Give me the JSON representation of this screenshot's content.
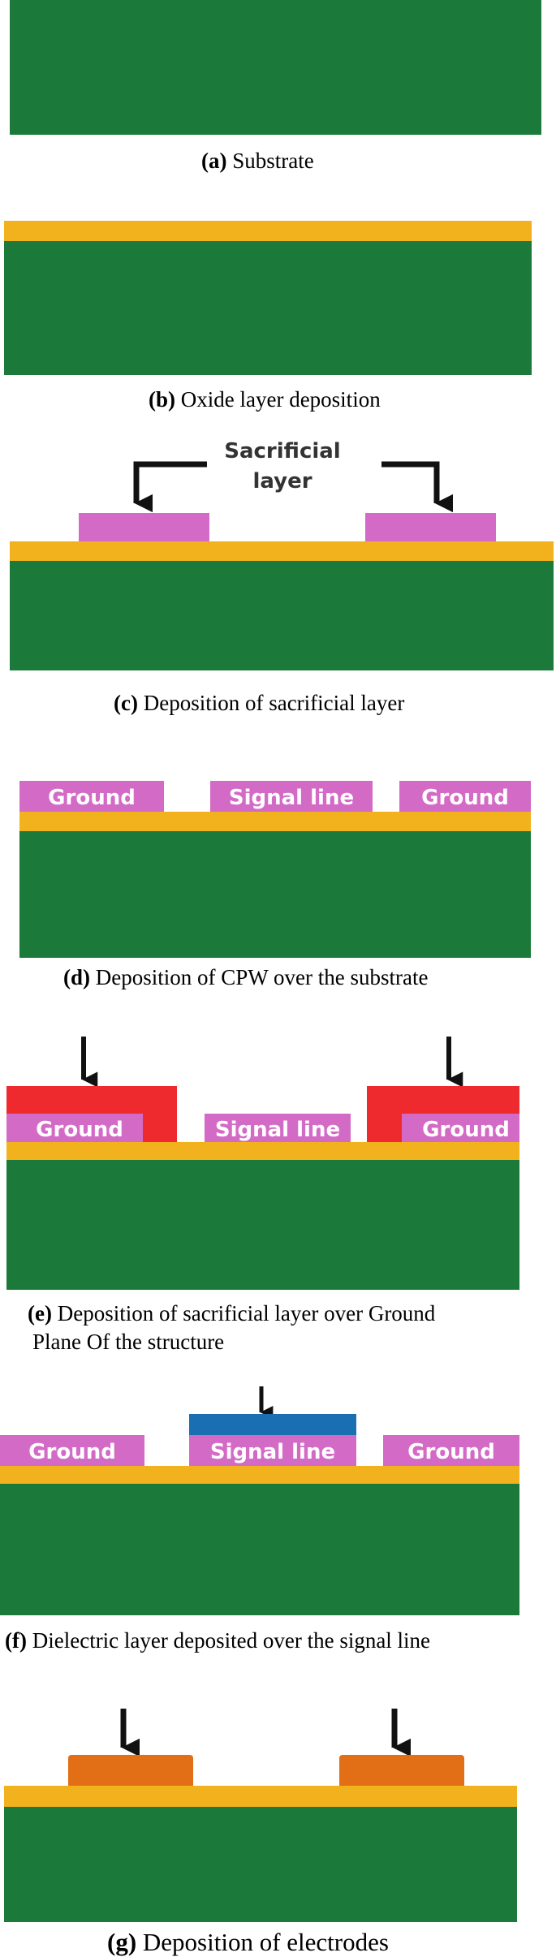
{
  "colors": {
    "substrate": "#1b7a3a",
    "oxide": "#f2b21d",
    "sacrificial": "#d36bc6",
    "ground_sacrificial": "#ee2a2e",
    "dielectric": "#1a6fb3",
    "electrode": "#e26e16",
    "arrow": "#111111",
    "box_text": "#ffffff"
  },
  "steps": {
    "a": {
      "label": "(a)",
      "text": " Substrate"
    },
    "b": {
      "label": "(b)",
      "text": " Oxide layer deposition"
    },
    "c": {
      "label": "(c)",
      "text": " Deposition of sacrificial layer",
      "annotation_line1": "Sacrificial",
      "annotation_line2": "layer"
    },
    "d": {
      "label": "(d)",
      "text": " Deposition of CPW over the substrate",
      "ground_left": "Ground",
      "signal": "Signal line",
      "ground_right": "Ground"
    },
    "e": {
      "label": "(e)",
      "text": " Deposition of sacrificial layer over Ground",
      "text_line2": "Plane Of the structure",
      "ground_left": "Ground",
      "signal": "Signal line",
      "ground_right": "Ground"
    },
    "f": {
      "label": "(f)",
      "text": " Dielectric layer deposited over the signal line",
      "ground_left": "Ground",
      "signal": "Signal line",
      "ground_right": "Ground"
    },
    "g": {
      "label": "(g)",
      "text": " Deposition of electrodes"
    }
  }
}
